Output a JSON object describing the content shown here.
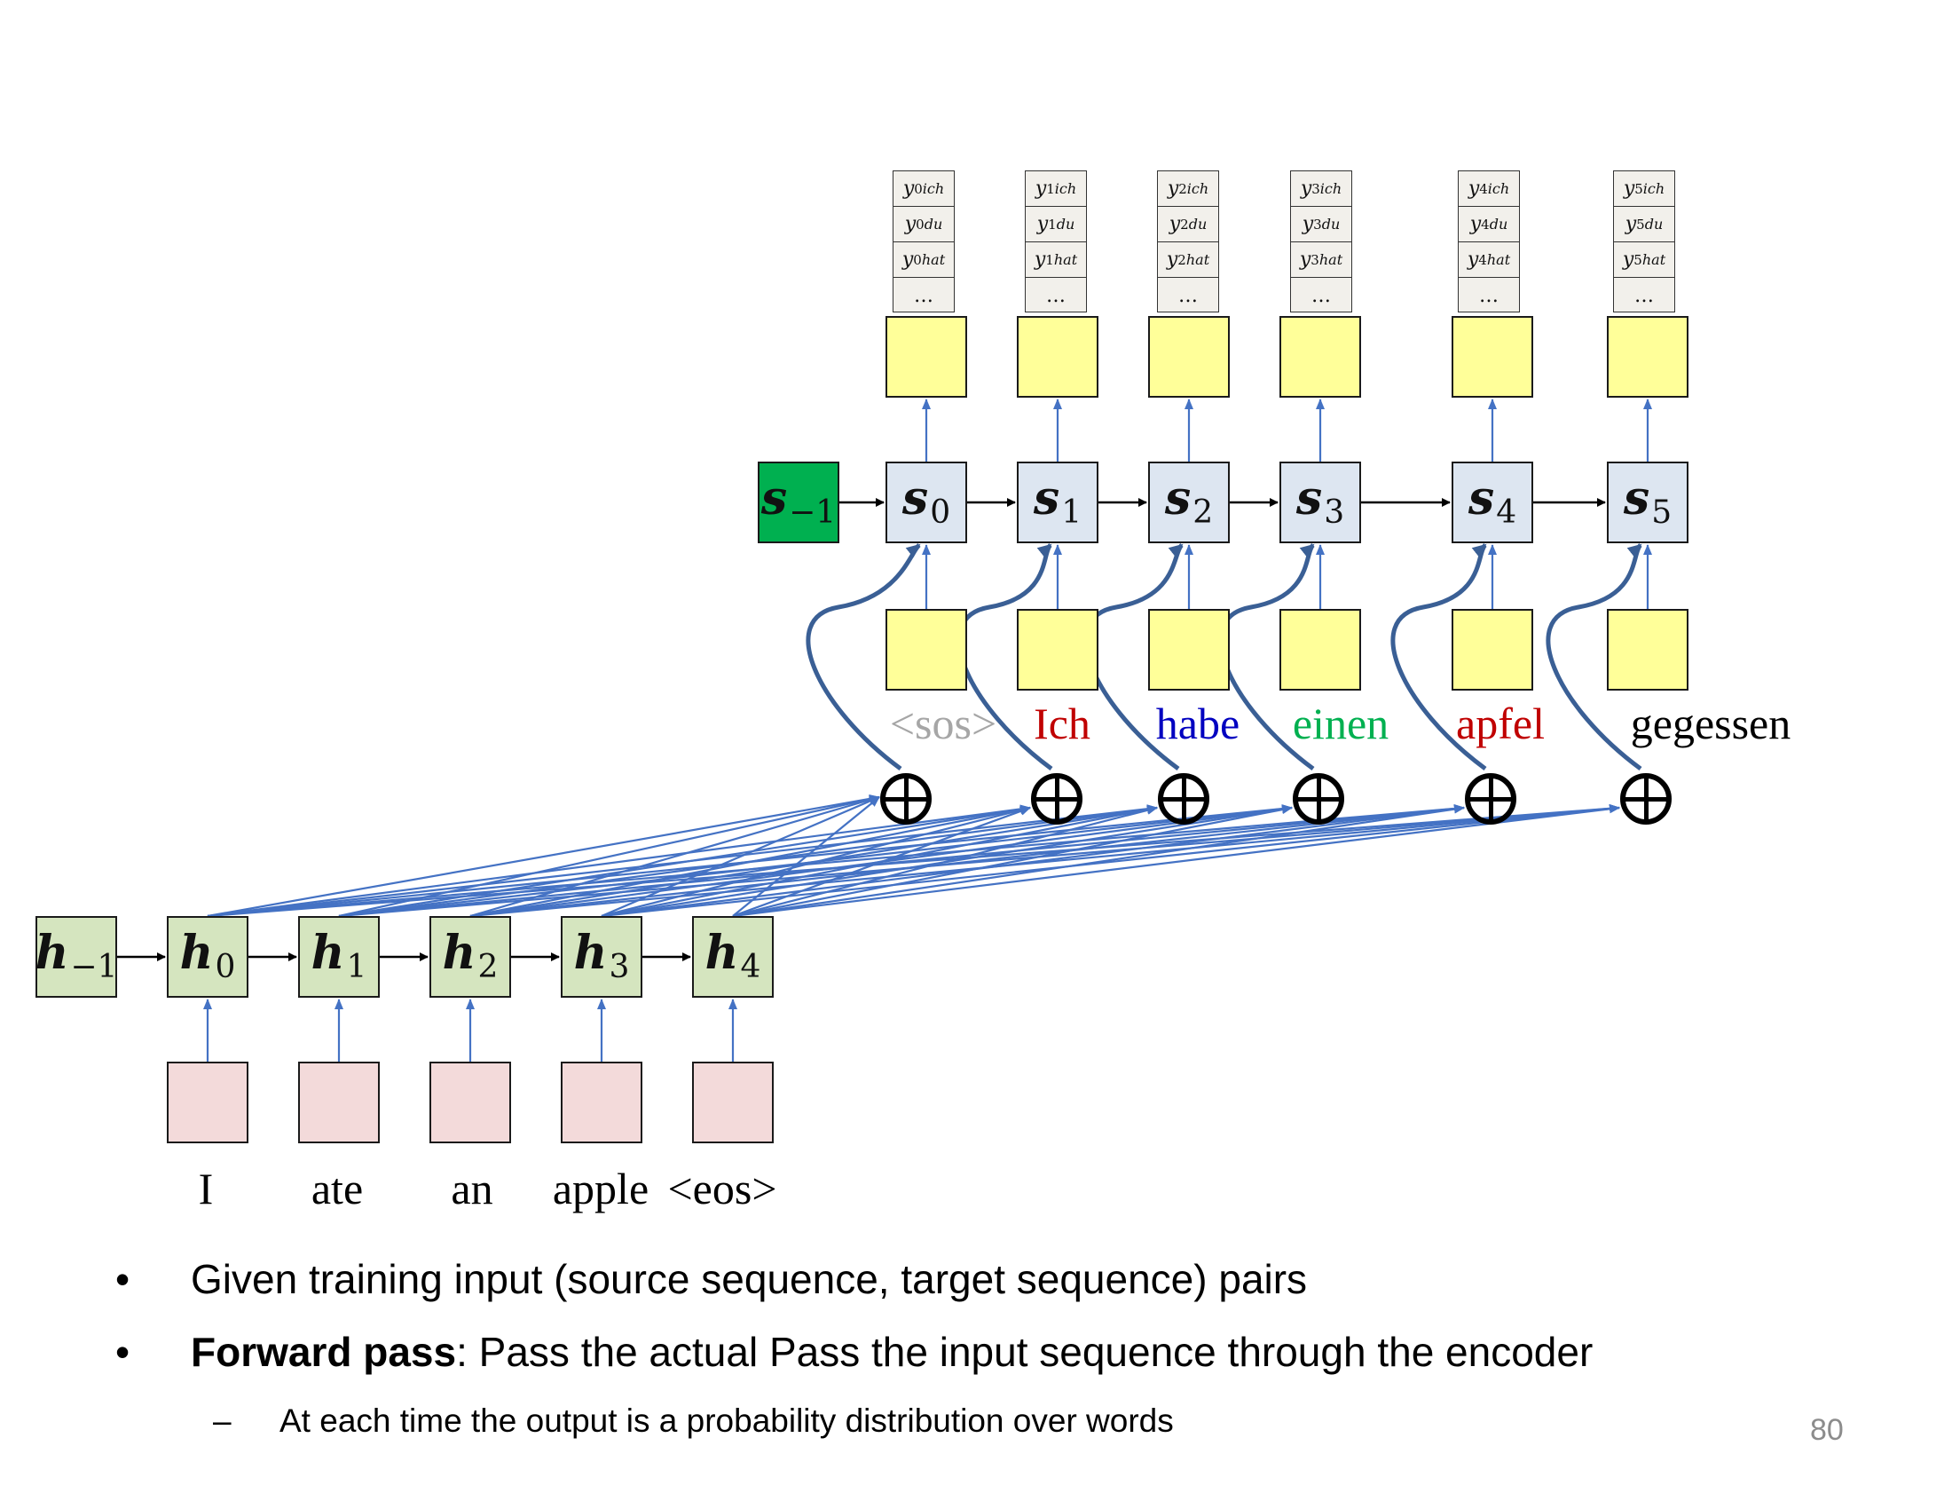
{
  "encoder": {
    "states": [
      {
        "name": "h",
        "sub": "−1"
      },
      {
        "name": "h",
        "sub": "0"
      },
      {
        "name": "h",
        "sub": "1"
      },
      {
        "name": "h",
        "sub": "2"
      },
      {
        "name": "h",
        "sub": "3"
      },
      {
        "name": "h",
        "sub": "4"
      }
    ],
    "input_words": [
      "I",
      "ate",
      "an",
      "apple",
      "<eos>"
    ]
  },
  "decoder": {
    "states": [
      {
        "name": "s",
        "sub": "−1"
      },
      {
        "name": "s",
        "sub": "0"
      },
      {
        "name": "s",
        "sub": "1"
      },
      {
        "name": "s",
        "sub": "2"
      },
      {
        "name": "s",
        "sub": "3"
      },
      {
        "name": "s",
        "sub": "4"
      },
      {
        "name": "s",
        "sub": "5"
      }
    ],
    "input_words": [
      {
        "text": "<sos>",
        "color": "#a6a6a6"
      },
      {
        "text": "Ich",
        "color": "#c00000"
      },
      {
        "text": "habe",
        "color": "#0000c0"
      },
      {
        "text": "einen",
        "color": "#00b050"
      },
      {
        "text": "apfel",
        "color": "#c00000"
      },
      {
        "text": "gegessen",
        "color": "#000000"
      }
    ],
    "output_vocab": [
      "ich",
      "du",
      "hat"
    ],
    "output_symbol": "y",
    "ellipsis": "…"
  },
  "colors": {
    "encoder_state": "#d5e5bf",
    "decoder_state": "#dde6f1",
    "initial_decoder_state": "#00b050",
    "hidden_layer": "#ffff99",
    "embedding": "#f3dada",
    "attention_arrows": "#4472c4",
    "context_arrows": "#3a5f95"
  },
  "bullets": {
    "b1": "Given training input (source sequence, target sequence) pairs",
    "b2_bold": "Forward pass",
    "b2_rest": ":  Pass the actual Pass the input sequence through the encoder",
    "sub1_dash": "–",
    "sub1": "At each time the output is a probability distribution over words"
  },
  "page_number": "80"
}
